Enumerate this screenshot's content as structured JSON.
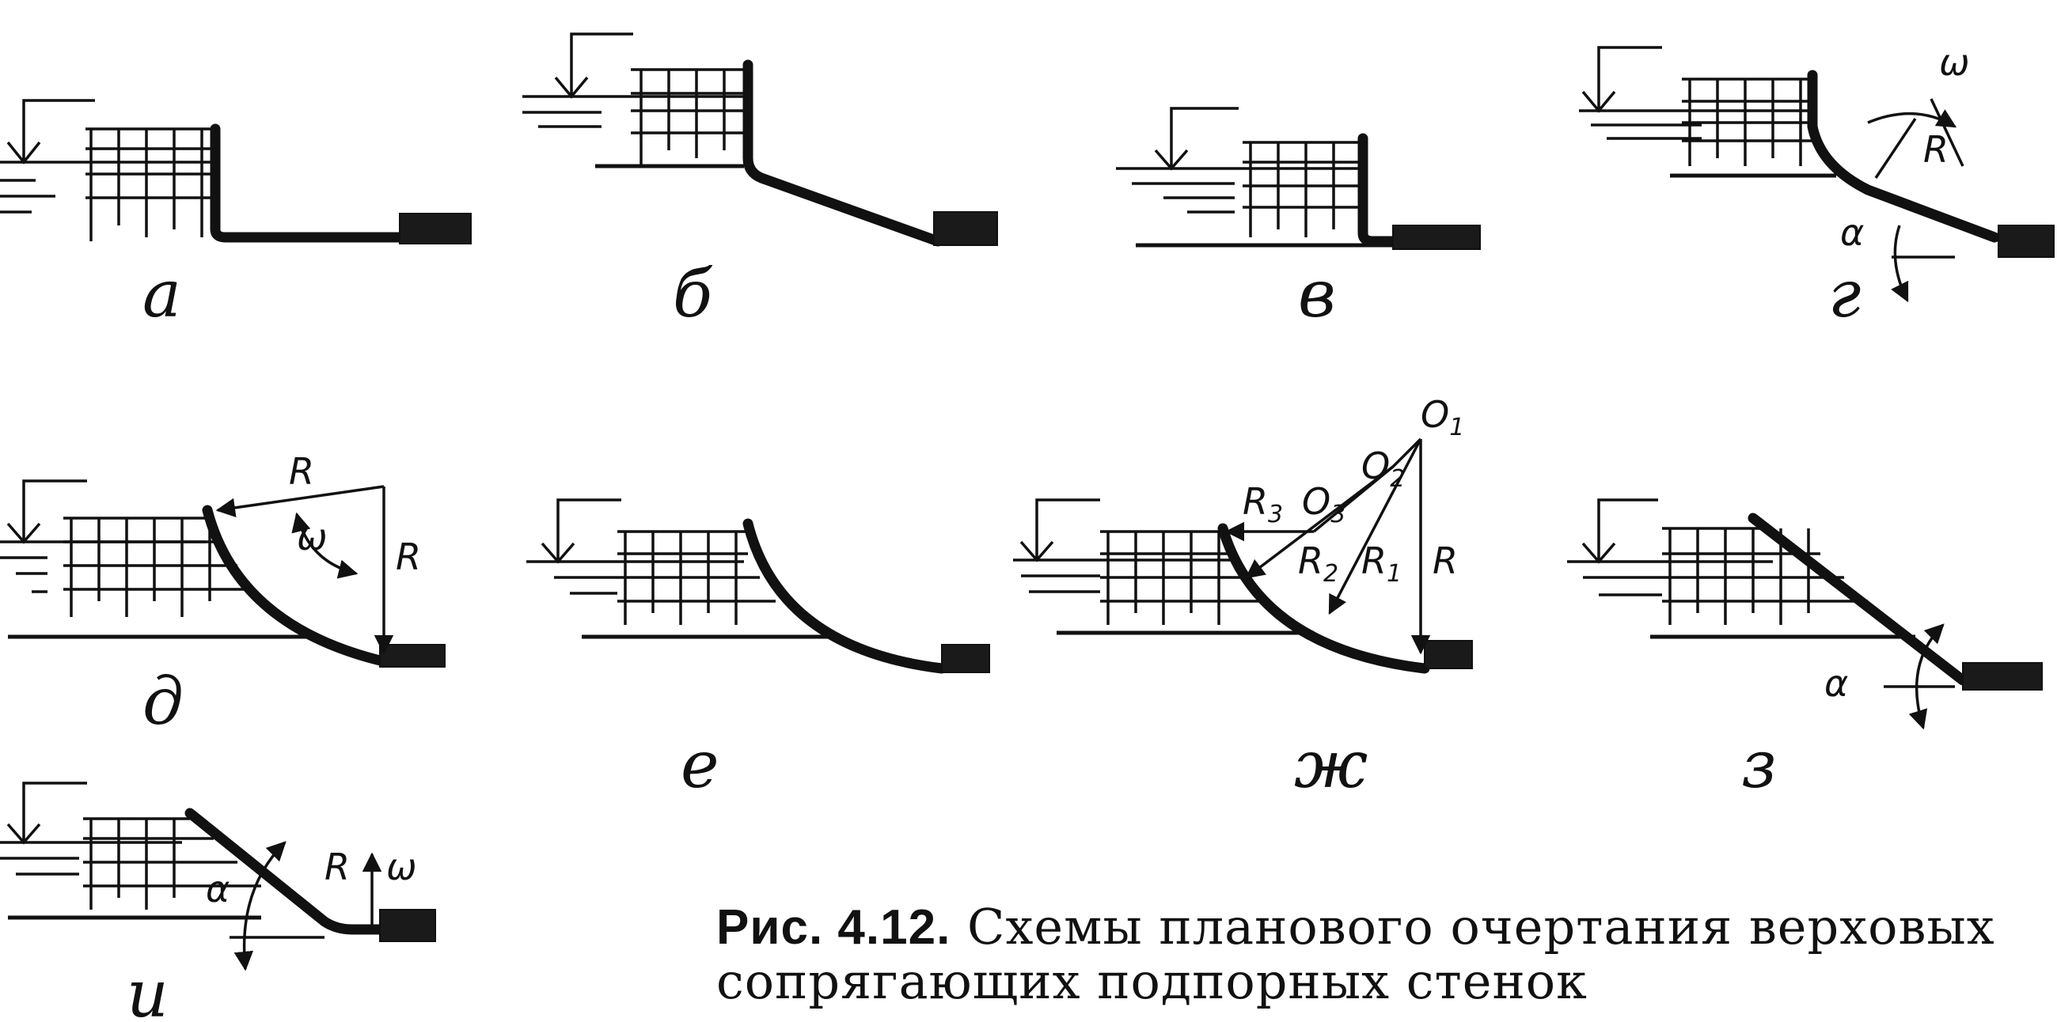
{
  "panels": [
    {
      "id": "a",
      "label": "а",
      "symbols": []
    },
    {
      "id": "b",
      "label": "б",
      "symbols": []
    },
    {
      "id": "v",
      "label": "в",
      "symbols": []
    },
    {
      "id": "g",
      "label": "г",
      "symbols": [
        "ω",
        "R",
        "α"
      ]
    },
    {
      "id": "d",
      "label": "д",
      "symbols": [
        "R",
        "ω",
        "R"
      ]
    },
    {
      "id": "e",
      "label": "е",
      "symbols": []
    },
    {
      "id": "zh",
      "label": "ж",
      "symbols": [
        "O",
        "1",
        "O",
        "2",
        "R",
        "3",
        "O",
        "3",
        "R",
        "2",
        "R",
        "1",
        "R"
      ]
    },
    {
      "id": "z",
      "label": "з",
      "symbols": [
        "α"
      ]
    },
    {
      "id": "i",
      "label": "и",
      "symbols": [
        "α",
        "R",
        "ω"
      ]
    }
  ],
  "caption": {
    "number": "Рис. 4.12.",
    "text": "Схемы планового очертания верховых сопрягающих подпорных стенок"
  }
}
